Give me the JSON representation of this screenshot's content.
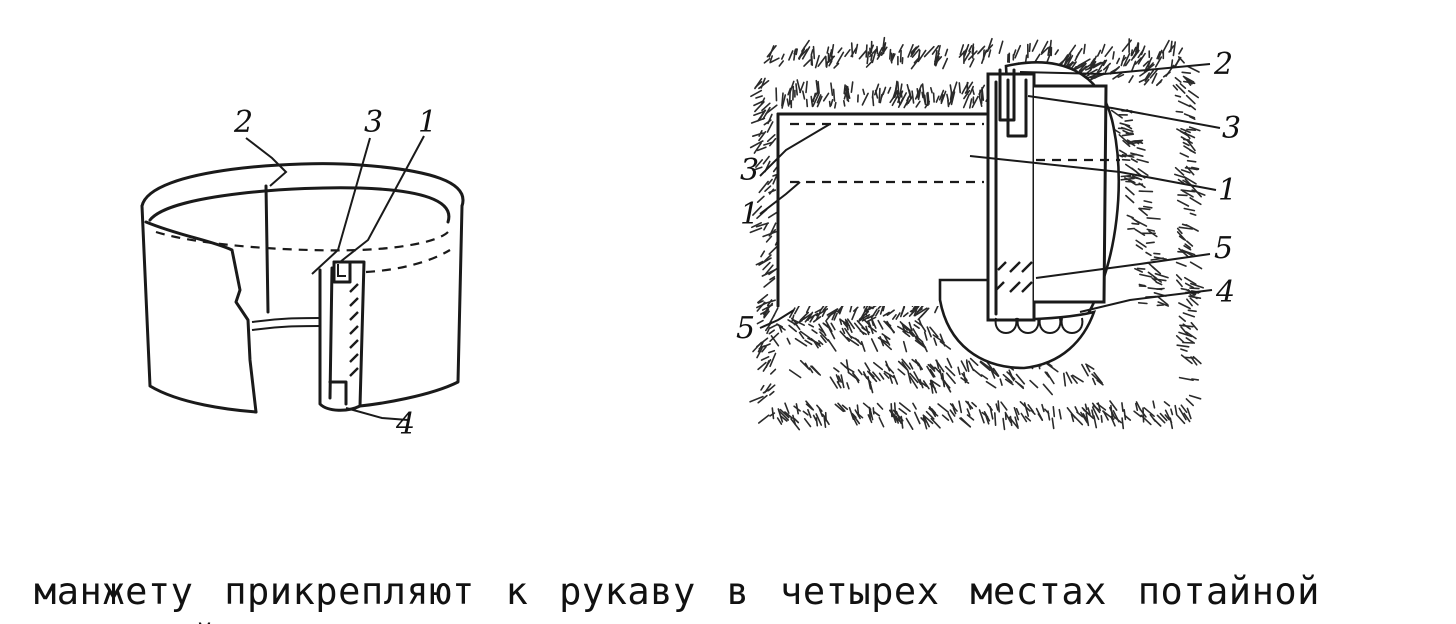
{
  "figure_left": {
    "callouts": [
      "2",
      "3",
      "1",
      "4"
    ]
  },
  "figure_right": {
    "callouts": [
      "2",
      "3",
      "3",
      "1",
      "1",
      "5",
      "4",
      "5"
    ]
  },
  "caption": {
    "text": "манжету прикрепляют к рукаву в четырех местах потайной строчкой"
  }
}
